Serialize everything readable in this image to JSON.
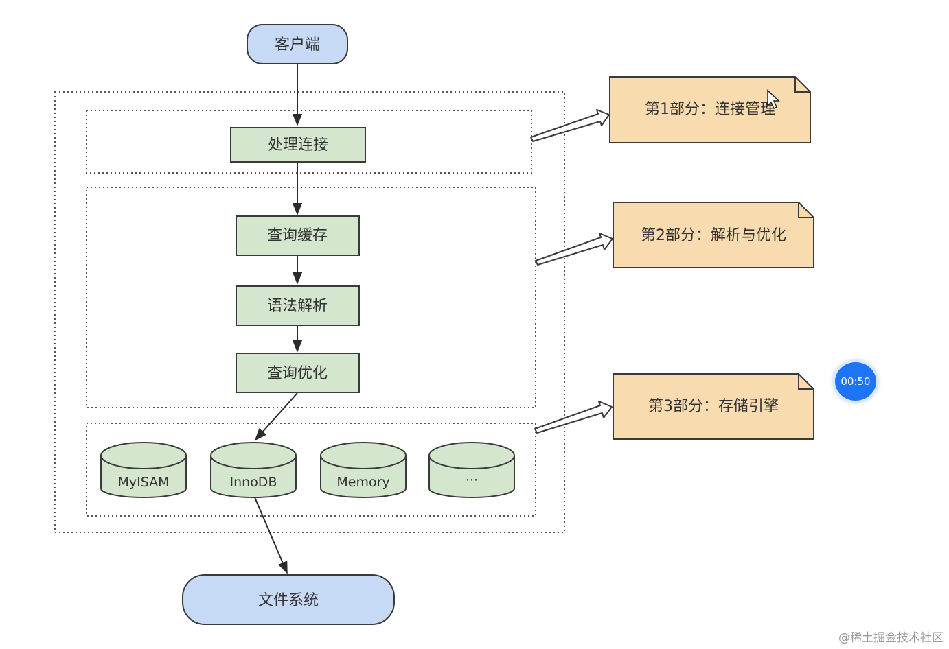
{
  "nodes": {
    "client": "客户端",
    "handle_connection": "处理连接",
    "query_cache": "查询缓存",
    "syntax_parse": "语法解析",
    "query_optimize": "查询优化",
    "file_system": "文件系统"
  },
  "engines": [
    "MyISAM",
    "InnoDB",
    "Memory",
    "···"
  ],
  "notes": {
    "part1": "第1部分：连接管理",
    "part2": "第2部分：解析与优化",
    "part3": "第3部分：存储引擎"
  },
  "timer": "00:50",
  "watermark": "@稀土掘金技术社区",
  "colors": {
    "blue_fill": "#c6daf5",
    "green_fill": "#d4e6ce",
    "note_fill": "#f8dcaf"
  }
}
